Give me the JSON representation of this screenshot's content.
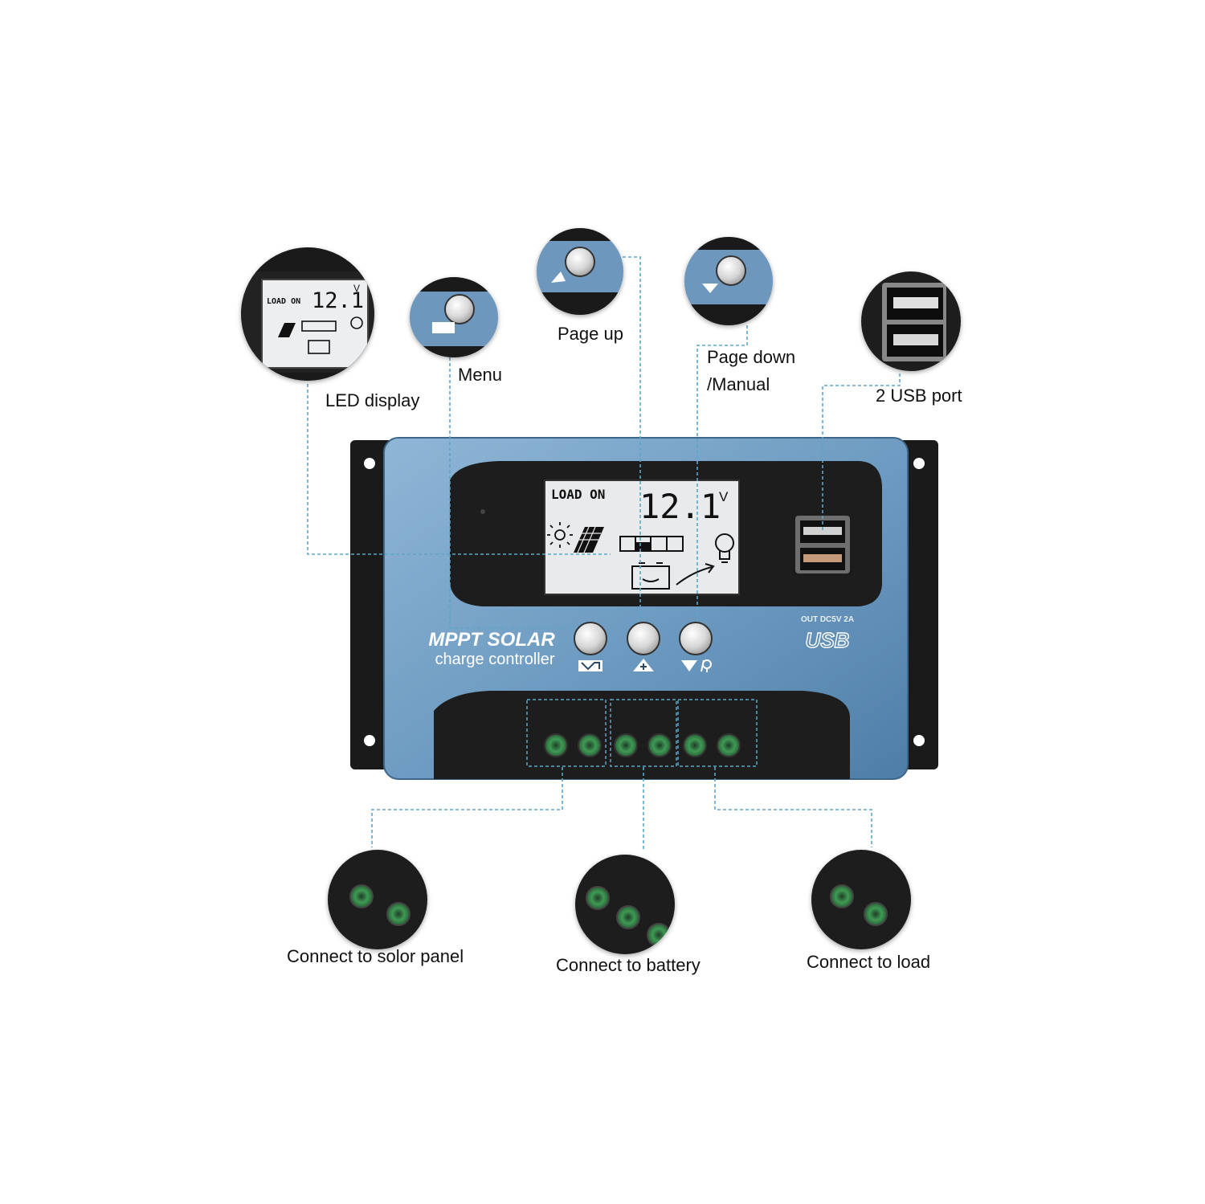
{
  "callouts": {
    "led_display": "LED display",
    "menu": "Menu",
    "page_up": "Page up",
    "page_down_line1": "Page down",
    "page_down_line2": "/Manual",
    "usb_port": "2 USB port",
    "solar_panel": "Connect to solor panel",
    "battery": "Connect to battery",
    "load": "Connect to load"
  },
  "device": {
    "brand_line1": "MPPT SOLAR",
    "brand_line2": "charge controller",
    "lcd_status": "LOAD ON",
    "lcd_value": "12.1",
    "lcd_unit": "V",
    "usb_rating": "OUT DC5V 2A",
    "usb_logo": "USB"
  },
  "zoom_lcd": {
    "status": "LOAD ON",
    "value": "12.1",
    "unit": "V"
  },
  "colors": {
    "housing_blue": "#7aa6c9",
    "housing_dark": "#1c1c1c",
    "lead_line": "#5aa6c8",
    "terminal_green": "#3f9a55"
  },
  "icons": [
    "sun-icon",
    "solar-panel-icon",
    "battery-icon",
    "bulb-icon",
    "menu-button-icon",
    "plus-icon",
    "down-bulb-icon",
    "usb-port-icon"
  ]
}
